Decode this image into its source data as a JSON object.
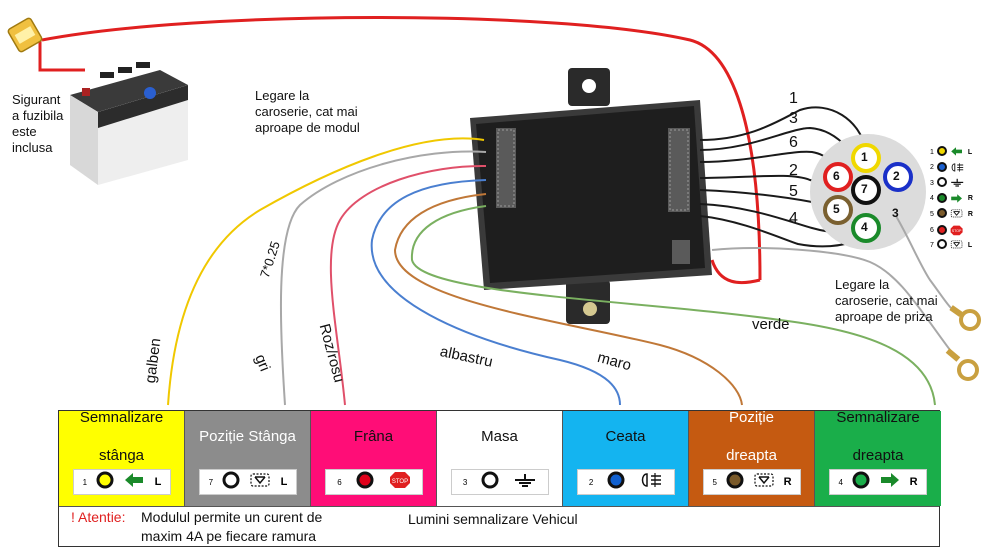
{
  "annotations": {
    "fuse_battery": [
      "Sigurant",
      "a fuzibila",
      "este",
      "inclusa"
    ],
    "ground_module": [
      "Legare la",
      "caroserie, cat mai",
      "aproape de modul"
    ],
    "ground_socket": [
      "Legare la",
      "caroserie, cat mai",
      "aproape de priza"
    ]
  },
  "wire_labels": {
    "cable_spec": "7*0.25",
    "galben": "galben",
    "gri": "gri",
    "roz": "Roz/rosu",
    "albastru": "albastru",
    "maro": "maro",
    "verde": "verde"
  },
  "pin_numbers": [
    "1",
    "3",
    "6",
    "2",
    "5",
    "4"
  ],
  "socket_pins": [
    "1",
    "2",
    "3",
    "4",
    "5",
    "6",
    "7"
  ],
  "side_legend": {
    "rows": [
      {
        "num": "1",
        "tag": "L"
      },
      {
        "num": "2",
        "tag": ""
      },
      {
        "num": "3",
        "tag": ""
      },
      {
        "num": "4",
        "tag": "R"
      },
      {
        "num": "5",
        "tag": "R"
      },
      {
        "num": "6",
        "tag": "STOP"
      },
      {
        "num": "7",
        "tag": "L"
      }
    ]
  },
  "legend": {
    "columns": [
      {
        "title": [
          "Semnalizare",
          "stânga"
        ],
        "bg": "#ffff00",
        "color": "#111111",
        "pin": "1",
        "tag": "L",
        "dot": "#ffff00",
        "icon": "arrow-left-icon"
      },
      {
        "title": [
          "Poziție Stânga"
        ],
        "bg": "#8c8c8c",
        "color": "#ffffff",
        "pin": "7",
        "tag": "L",
        "dot": "#ffffff",
        "icon": "position-light-icon"
      },
      {
        "title": [
          "Frâna"
        ],
        "bg": "#ff0d77",
        "color": "#111111",
        "pin": "6",
        "tag": "STOP",
        "dot": "#e0001a",
        "icon": "stop-sign-icon"
      },
      {
        "title": [
          "Masa"
        ],
        "bg": "#ffffff",
        "color": "#111111",
        "pin": "3",
        "tag": "",
        "dot": "#ffffff",
        "icon": "ground-icon"
      },
      {
        "title": [
          "Ceata"
        ],
        "bg": "#14b4f0",
        "color": "#111111",
        "pin": "2",
        "tag": "",
        "dot": "#1060d0",
        "icon": "fog-light-icon"
      },
      {
        "title": [
          "Poziție",
          "dreapta"
        ],
        "bg": "#c55a11",
        "color": "#ffffff",
        "pin": "5",
        "tag": "R",
        "dot": "#7a5a2a",
        "icon": "position-light-icon"
      },
      {
        "title": [
          "Semnalizare",
          "dreapta"
        ],
        "bg": "#1aae4a",
        "color": "#111111",
        "pin": "4",
        "tag": "R",
        "dot": "#1aae4a",
        "icon": "arrow-right-icon"
      }
    ],
    "warning_prefix": "! Atentie:",
    "warning_line1": "Modulul permite un curent de",
    "warning_line2": "maxim 4A pe fiecare ramura",
    "footer": "Lumini semnalizare Vehicul"
  },
  "colors": {
    "red_wire": "#e02020",
    "yellow": "#f0c800",
    "gray": "#a8a8a8",
    "pink": "#e0506a",
    "blue": "#4a7fd0",
    "brown": "#c07838",
    "green": "#7ab060"
  }
}
